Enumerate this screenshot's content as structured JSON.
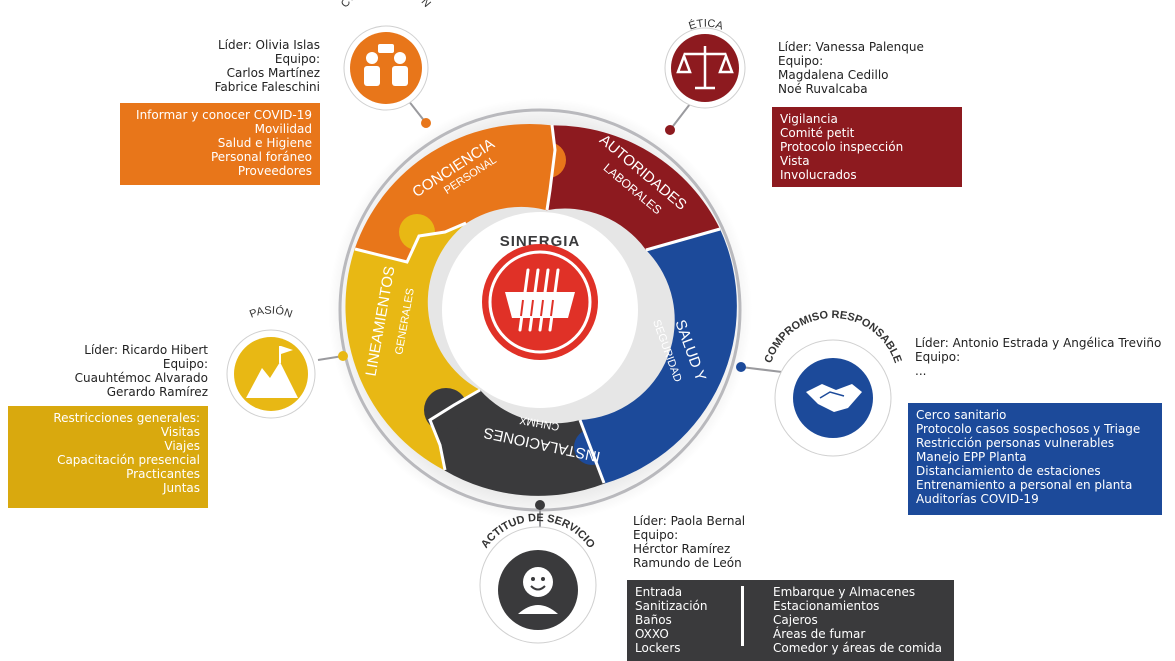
{
  "center": {
    "title": "SINERGIA"
  },
  "segments": {
    "conciencia": {
      "line1": "CONCIENCIA",
      "line2": "PERSONAL",
      "color": "#e8761a"
    },
    "autoridades": {
      "line1": "AUTORIDADES",
      "line2": "LABORALES",
      "color": "#8d1a1f"
    },
    "salud": {
      "line1": "SALUD Y",
      "line2": "SEGURIDAD",
      "color": "#1c4a9a"
    },
    "instalaciones": {
      "line1": "INSTALACIONES",
      "line2": "CNHMX",
      "color": "#3a3a3c"
    },
    "lineamientos": {
      "line1": "LINEAMIENTOS",
      "line2": "GENERALES",
      "color": "#e8b814"
    }
  },
  "values": {
    "comunicacion": {
      "label": "COMUNICACIÓN",
      "icon": "people-chat-icon",
      "color": "#e8761a"
    },
    "etica": {
      "label": "ÉTICA",
      "icon": "scales-icon",
      "color": "#8d1a1f"
    },
    "compromiso": {
      "label": "COMPROMISO RESPONSABLE",
      "icon": "handshake-icon",
      "color": "#1c4a9a"
    },
    "actitud": {
      "label": "ACTITUD DE SERVICIO",
      "icon": "smiley-person-icon",
      "color": "#3a3a3c"
    },
    "pasion": {
      "label": "PASIÓN",
      "icon": "mountain-flag-icon",
      "color": "#e8b814"
    }
  },
  "info": {
    "comunicacion": [
      "Líder: Olivia Islas",
      "Equipo:",
      "Carlos Martínez",
      "Fabrice Faleschini"
    ],
    "etica": [
      "Líder: Vanessa Palenque",
      "Equipo:",
      "Magdalena Cedillo",
      "Noé Ruvalcaba"
    ],
    "compromiso": [
      "Líder: Antonio Estrada y Angélica Treviño",
      "Equipo:",
      "..."
    ],
    "actitud": [
      "Líder: Paola Bernal",
      "Equipo:",
      "Hérctor Ramírez",
      "Ramundo de León"
    ],
    "pasion": [
      "Líder: Ricardo Hibert",
      "Equipo:",
      "Cuauhtémoc Alvarado",
      "Gerardo Ramírez"
    ]
  },
  "boxes": {
    "orange": [
      "Informar y conocer COVID-19",
      "Movilidad",
      "Salud e Higiene",
      "Personal foráneo",
      "Proveedores"
    ],
    "red": [
      "Vigilancia",
      "Comité petit",
      "Protocolo inspección",
      "Vista",
      "Involucrados"
    ],
    "blue": [
      "Cerco sanitario",
      "Protocolo casos sospechosos y Triage",
      "Restricción personas vulnerables",
      "Manejo EPP Planta",
      "Distanciamiento de estaciones",
      "Entrenamiento a personal en planta",
      "Auditorías COVID-19"
    ],
    "yellow": [
      "Restricciones generales:",
      "Visitas",
      "Viajes",
      "Capacitación presencial",
      "Practicantes",
      "Juntas"
    ],
    "dark_left": [
      "Entrada",
      "Sanitización",
      "Baños",
      "OXXO",
      "Lockers"
    ],
    "dark_right": [
      "Embarque y Almacenes",
      "Estacionamientos",
      "Cajeros",
      "Áreas de fumar",
      "Comedor y áreas de comida"
    ]
  }
}
